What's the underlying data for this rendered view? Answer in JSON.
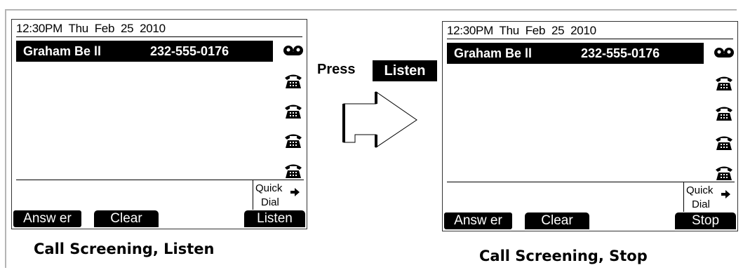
{
  "screens": [
    {
      "status": "12:30PM  Thu  Feb  25  2010",
      "caller_name": "Graham Be ll",
      "caller_number": "232-555-0176",
      "quick_dial": {
        "line1": "Quick",
        "line2": "Dial"
      },
      "softkeys": {
        "left": "Answ er",
        "middle": "Clear",
        "right": "Listen"
      },
      "caption": "Call Screening, Listen"
    },
    {
      "status": "12:30PM  Thu  Feb  25  2010",
      "caller_name": "Graham Be ll",
      "caller_number": "232-555-0176",
      "quick_dial": {
        "line1": "Quick",
        "line2": "Dial"
      },
      "softkeys": {
        "left": "Answ er",
        "middle": "Clear",
        "right": "Stop"
      },
      "caption": "Call Screening, Stop"
    }
  ],
  "instruction": {
    "word": "Press",
    "key": "Listen"
  },
  "icons": {
    "row1": "voicemail-tape-icon",
    "other_rows": "telephone-icon",
    "quick_dial": "arrow-right-icon",
    "transition": "bent-arrow-icon"
  }
}
